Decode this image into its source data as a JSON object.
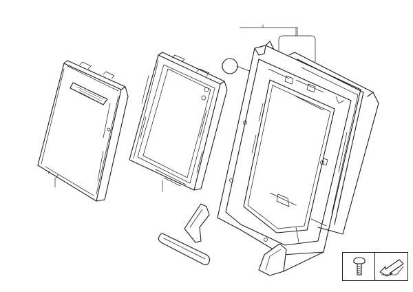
{
  "diagram": {
    "parts": [
      {
        "id": "seat-back-cover",
        "icon": "upholstery-cover"
      },
      {
        "id": "seat-back-pad",
        "icon": "foam-pad"
      },
      {
        "id": "backrest-frame",
        "icon": "frame"
      },
      {
        "id": "frame-trim-panel",
        "icon": "trim"
      },
      {
        "id": "foam-strip",
        "icon": "strip"
      }
    ],
    "callout_marker": {
      "shape": "circle",
      "label": ""
    },
    "legend": {
      "items": [
        {
          "icon": "screw-icon"
        },
        {
          "icon": "arrow-icon"
        }
      ]
    },
    "colors": {
      "line": "#1a1a1a",
      "background": "#ffffff"
    }
  }
}
